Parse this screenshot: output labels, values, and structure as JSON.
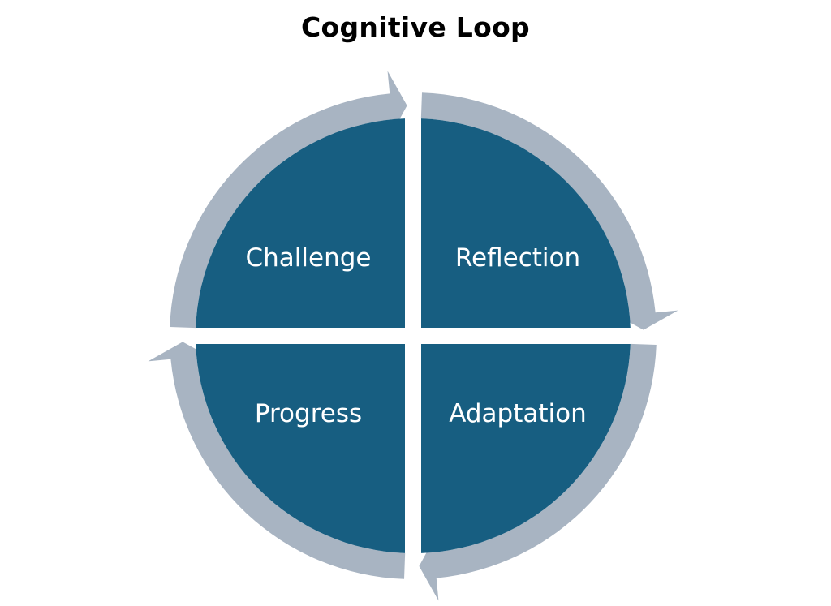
{
  "title": "Cognitive Loop",
  "colors": {
    "quadrant_fill": "#175e81",
    "arrow_fill": "#a8b4c2",
    "background": "#ffffff",
    "label_text": "#ffffff",
    "title_text": "#000000"
  },
  "quadrants": [
    {
      "id": "top-left",
      "label": "Challenge"
    },
    {
      "id": "top-right",
      "label": "Reflection"
    },
    {
      "id": "bottom-right",
      "label": "Adaptation"
    },
    {
      "id": "bottom-left",
      "label": "Progress"
    }
  ],
  "cycle_direction": "clockwise"
}
